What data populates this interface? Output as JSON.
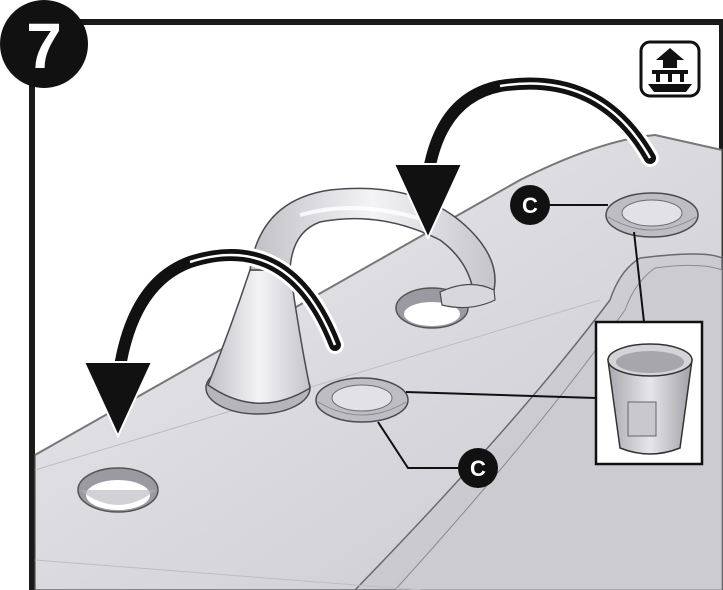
{
  "step": {
    "number": "7"
  },
  "callouts": {
    "left_label": "C",
    "right_label": "C"
  },
  "icons": {
    "corner_icon": "tub-deck-mount-icon",
    "detail_item": "sealant-cup-icon",
    "arrows": "curved-arrow-icon"
  },
  "colors": {
    "border": "#1a1a1a",
    "deck": "#d6d6da",
    "basin": "#c8c8cc",
    "spout": "#e2e2e6",
    "callout_bg": "#111111",
    "callout_text": "#ffffff"
  }
}
